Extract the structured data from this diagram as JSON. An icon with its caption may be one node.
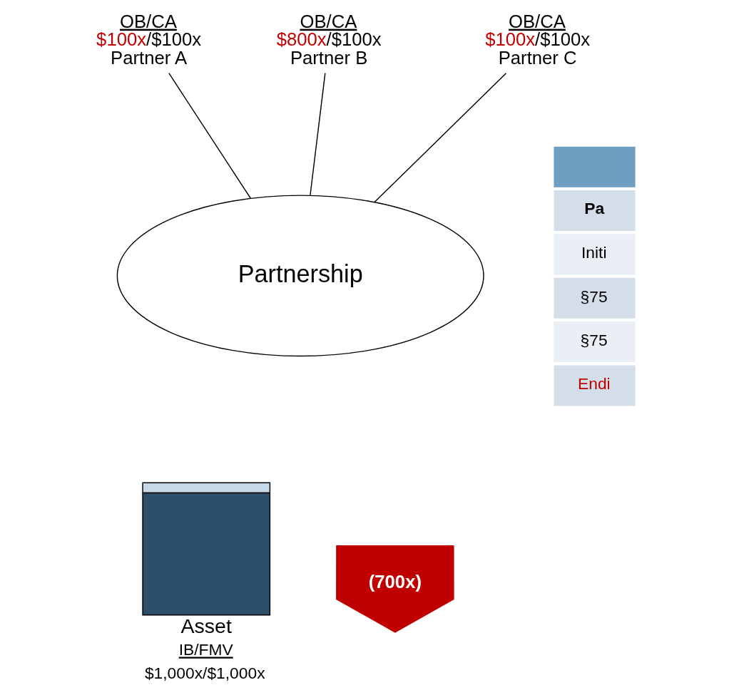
{
  "diagram": {
    "nodes": [
      {
        "text": [
          "OB/CA",
          "$100x/$100x",
          "Partner A"
        ]
      },
      {
        "text": [
          "OB/CA",
          "$800x/$100x",
          "Partner B"
        ]
      },
      {
        "text": [
          "OB/CA",
          "$100x/$100x",
          "Partner C"
        ]
      },
      {
        "text": [
          "Partnership"
        ]
      },
      {
        "text": [
          "Asset",
          "IB/FMV",
          "$1,000x/$1,000x"
        ]
      },
      {
        "text": [
          "(700x)"
        ]
      }
    ],
    "edges": [
      {
        "from": 0,
        "to": 3,
        "arrow": "none"
      },
      {
        "from": 1,
        "to": 3,
        "arrow": "none"
      },
      {
        "from": 2,
        "to": 3,
        "arrow": "none"
      }
    ],
    "labels": [
      "Pa",
      "Initi",
      "§75",
      "§75",
      "Endi"
    ]
  }
}
